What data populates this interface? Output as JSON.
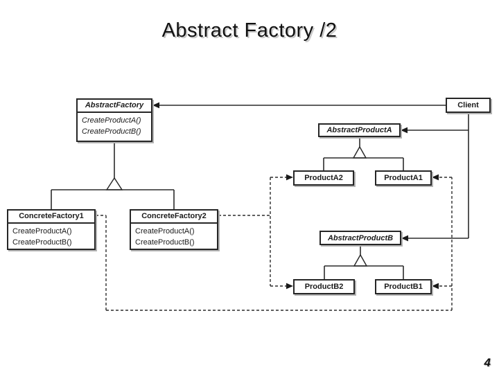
{
  "slide": {
    "title": "Abstract Factory /2",
    "page_number": "4"
  },
  "diagram": {
    "abstract_factory": {
      "name": "AbstractFactory",
      "methods": [
        "CreateProductA()",
        "CreateProductB()"
      ]
    },
    "client": {
      "name": "Client"
    },
    "abstract_product_a": {
      "name": "AbstractProductA"
    },
    "product_a2": {
      "name": "ProductA2"
    },
    "product_a1": {
      "name": "ProductA1"
    },
    "concrete_factory_1": {
      "name": "ConcreteFactory1",
      "methods": [
        "CreateProductA()",
        "CreateProductB()"
      ]
    },
    "concrete_factory_2": {
      "name": "ConcreteFactory2",
      "methods": [
        "CreateProductA()",
        "CreateProductB()"
      ]
    },
    "abstract_product_b": {
      "name": "AbstractProductB"
    },
    "product_b2": {
      "name": "ProductB2"
    },
    "product_b1": {
      "name": "ProductB1"
    }
  },
  "colors": {
    "line": "#2a2a2a",
    "box_border": "#262626",
    "box_shadow": "#b3b3b3",
    "background": "#ffffff"
  }
}
